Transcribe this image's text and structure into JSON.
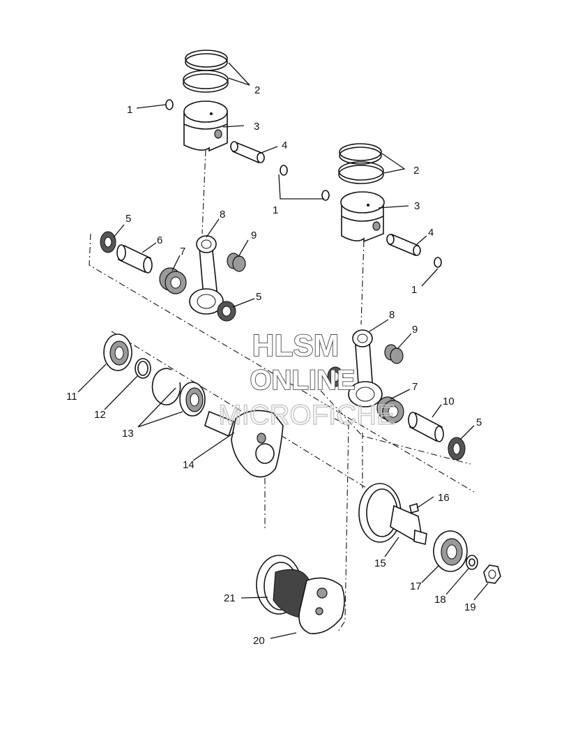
{
  "callouts": [
    {
      "id": "1a",
      "text": "1"
    },
    {
      "id": "2a",
      "text": "2"
    },
    {
      "id": "3a",
      "text": "3"
    },
    {
      "id": "4a",
      "text": "4"
    },
    {
      "id": "1b",
      "text": "1"
    },
    {
      "id": "2b",
      "text": "2"
    },
    {
      "id": "3b",
      "text": "3"
    },
    {
      "id": "4b",
      "text": "4"
    },
    {
      "id": "1c",
      "text": "1"
    },
    {
      "id": "5a",
      "text": "5"
    },
    {
      "id": "6a",
      "text": "6"
    },
    {
      "id": "7a",
      "text": "7"
    },
    {
      "id": "8a",
      "text": "8"
    },
    {
      "id": "9a",
      "text": "9"
    },
    {
      "id": "5b",
      "text": "5"
    },
    {
      "id": "8b",
      "text": "8"
    },
    {
      "id": "9b",
      "text": "9"
    },
    {
      "id": "7b",
      "text": "7"
    },
    {
      "id": "10",
      "text": "10"
    },
    {
      "id": "5c",
      "text": "5"
    },
    {
      "id": "11",
      "text": "11"
    },
    {
      "id": "12",
      "text": "12"
    },
    {
      "id": "13",
      "text": "13"
    },
    {
      "id": "14",
      "text": "14"
    },
    {
      "id": "16",
      "text": "16"
    },
    {
      "id": "15",
      "text": "15"
    },
    {
      "id": "17",
      "text": "17"
    },
    {
      "id": "18",
      "text": "18"
    },
    {
      "id": "19",
      "text": "19"
    },
    {
      "id": "21",
      "text": "21"
    },
    {
      "id": "20",
      "text": "20"
    }
  ],
  "watermark": {
    "line1": "HLSM",
    "line2": "ONLINE",
    "line3": "MICROFICHE"
  }
}
